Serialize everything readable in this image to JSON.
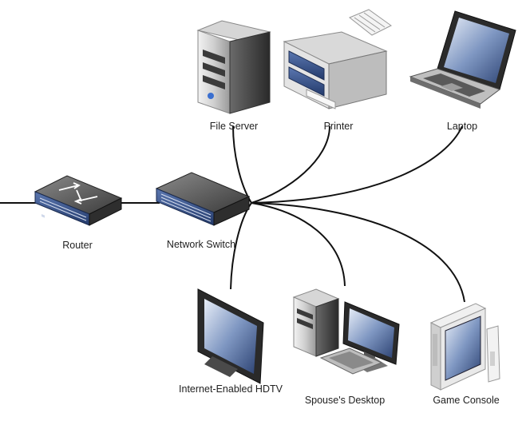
{
  "nodes": {
    "file_server": {
      "label": "File Server",
      "icon": "file-server-icon"
    },
    "printer": {
      "label": "Printer",
      "icon": "printer-icon"
    },
    "laptop": {
      "label": "Laptop",
      "icon": "laptop-icon"
    },
    "router": {
      "label": "Router",
      "icon": "router-icon"
    },
    "network_switch": {
      "label": "Network Switch",
      "icon": "network-switch-icon"
    },
    "hdtv": {
      "label": "Internet-Enabled HDTV",
      "icon": "hdtv-icon"
    },
    "desktop": {
      "label": "Spouse's Desktop",
      "icon": "desktop-computer-icon"
    },
    "game_console": {
      "label": "Game Console",
      "icon": "game-console-icon"
    }
  },
  "colors": {
    "cable": "#111111",
    "device_dark": "#3d3d3d",
    "device_light": "#e8e8e8",
    "accent_blue": "#2f4f8f"
  }
}
